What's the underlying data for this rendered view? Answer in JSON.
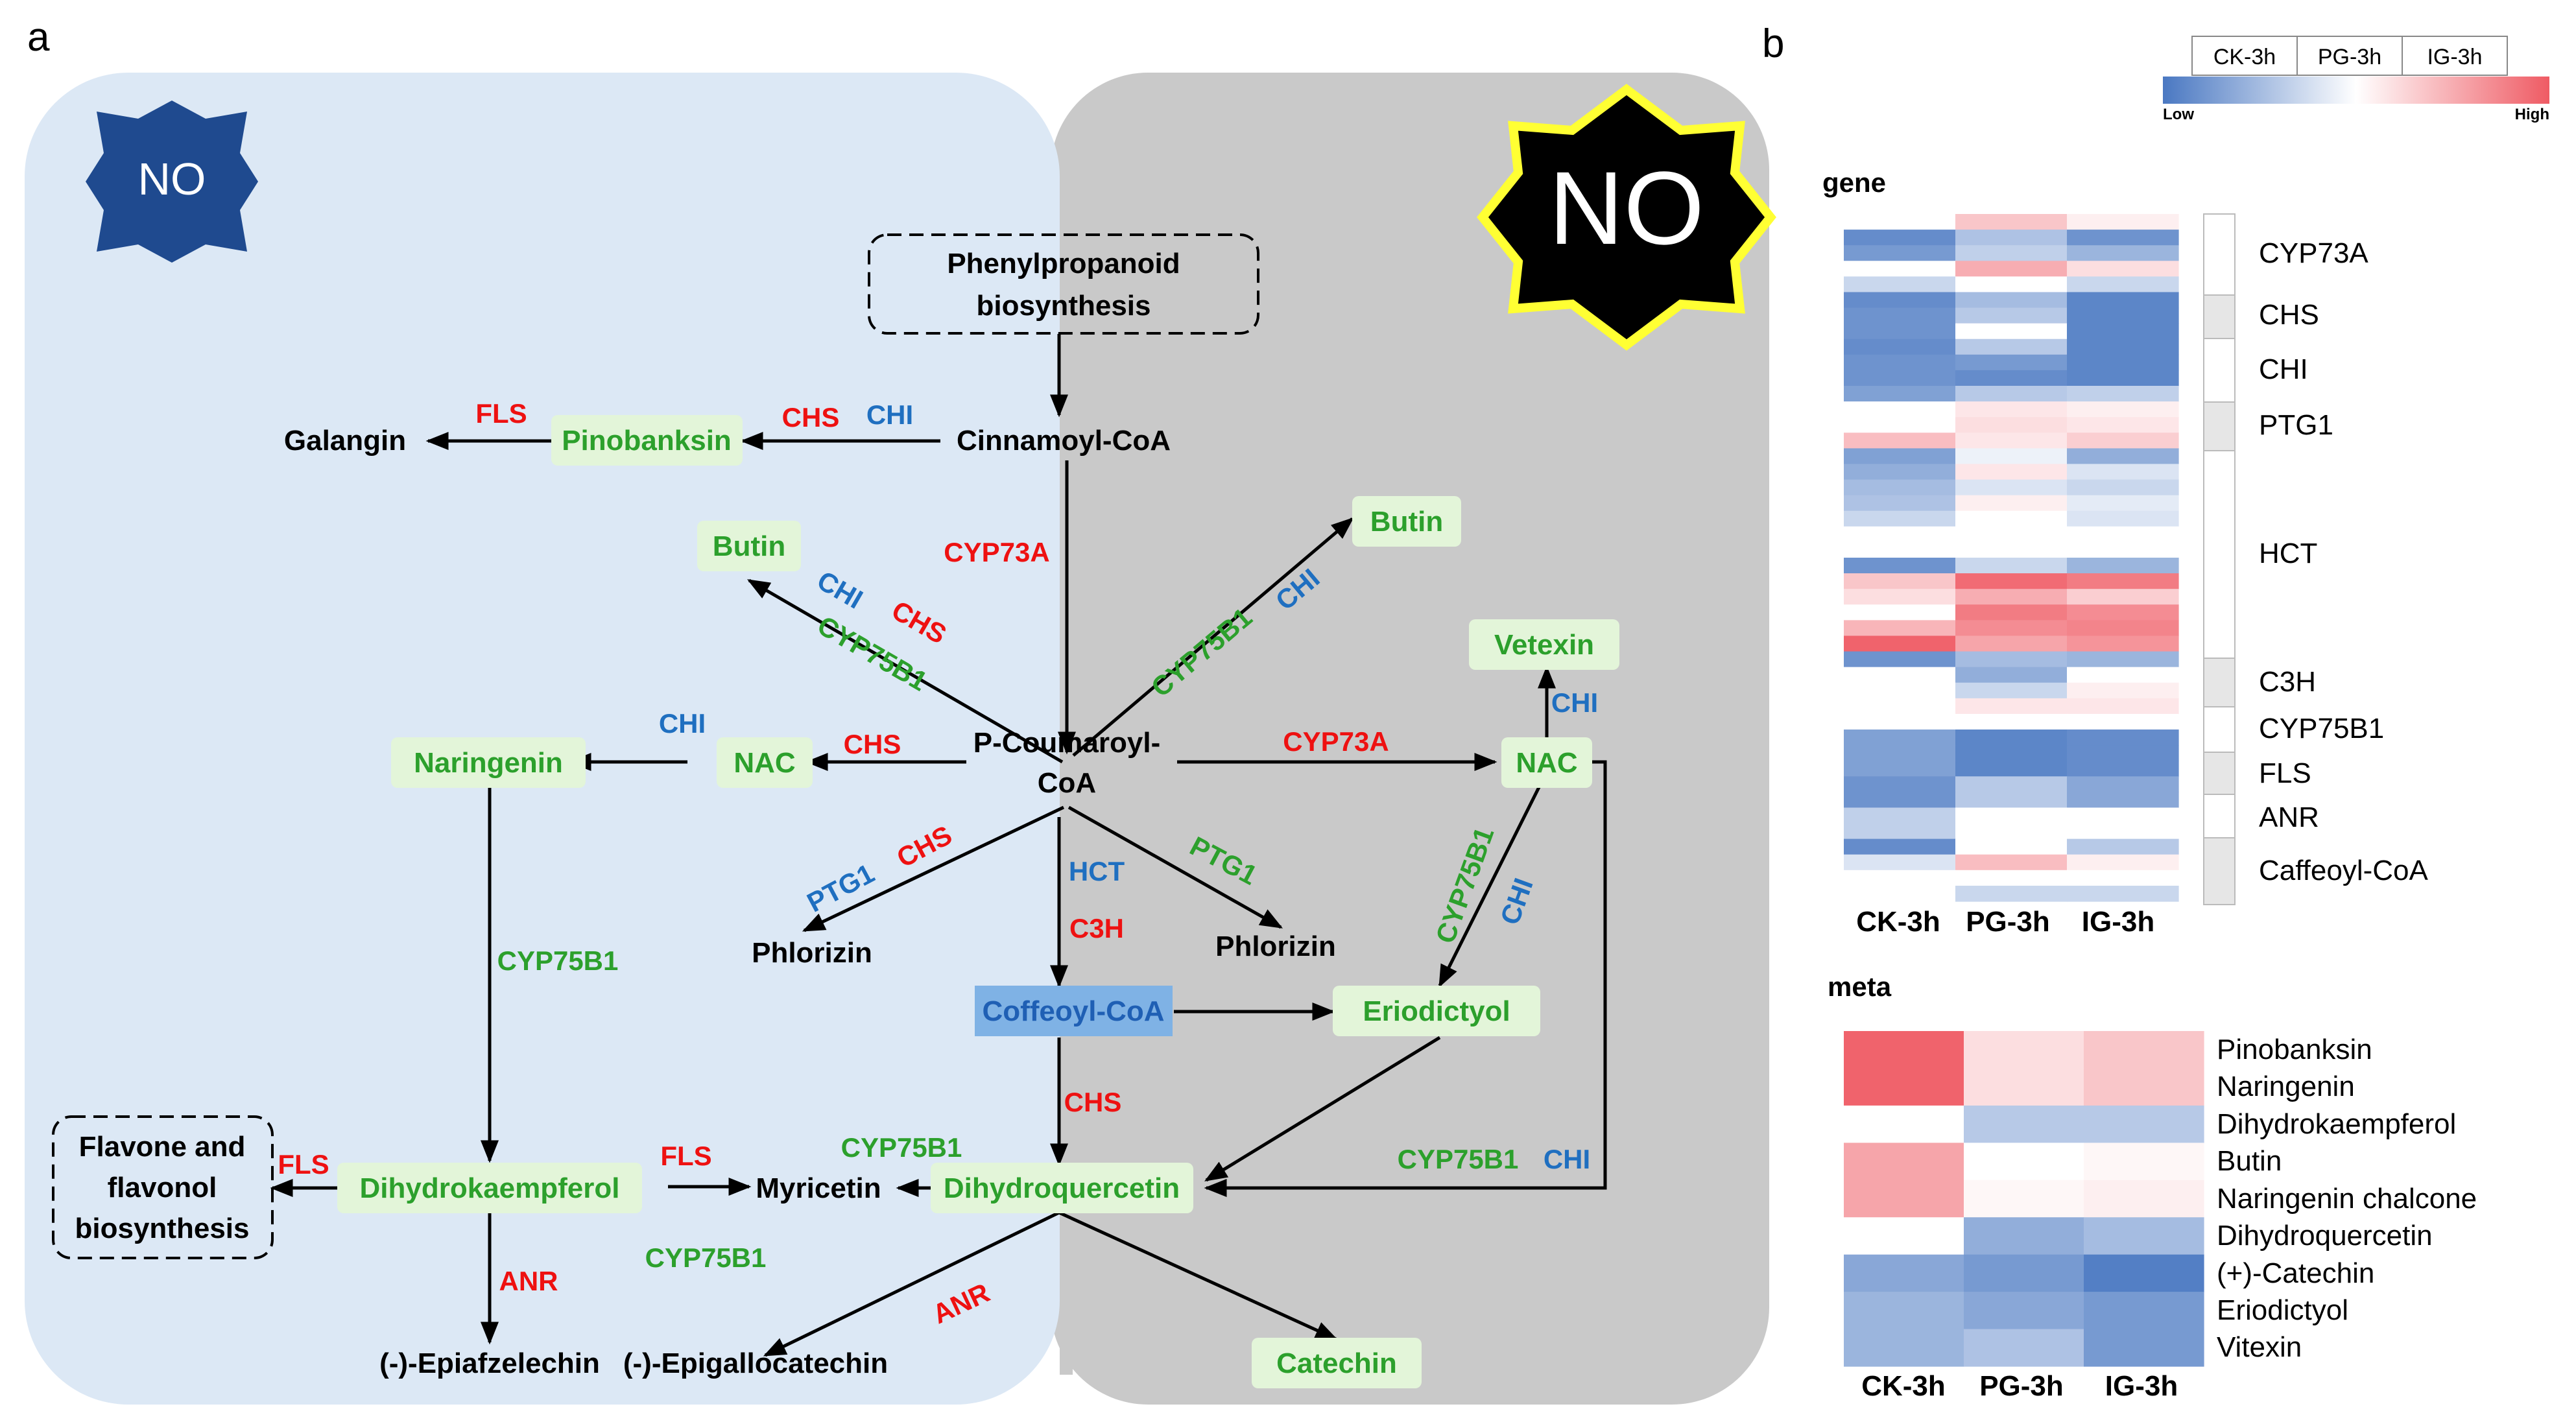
{
  "panel_a": {
    "label": "a",
    "badges": {
      "left": "NO",
      "right": "NO"
    },
    "nodes": {
      "phenylpropanoid_1": "Phenylpropanoid",
      "phenylpropanoid_2": "biosynthesis",
      "galangin": "Galangin",
      "pinobanksin": "Pinobanksin",
      "cinnamoyl": "Cinnamoyl-CoA",
      "butin_left": "Butin",
      "butin_right": "Butin",
      "vetexin": "Vetexin",
      "naringenin": "Naringenin",
      "nac_left": "NAC",
      "pcoumaroyl_1": "P-Coumaroyl-",
      "pcoumaroyl_2": "CoA",
      "nac_right": "NAC",
      "phlorizin_left": "Phlorizin",
      "phlorizin_right": "Phlorizin",
      "coffeoyl": "Coffeoyl-CoA",
      "eriodictyol": "Eriodictyol",
      "flavone_1": "Flavone and",
      "flavone_2": "flavonol",
      "flavone_3": "biosynthesis",
      "dihydrokaempferol": "Dihydrokaempferol",
      "myricetin": "Myricetin",
      "dihydroquercetin": "Dihydroquercetin",
      "epiafzelechin": "(-)-Epiafzelechin",
      "epigallocatechin": "(-)-Epigallocatechin",
      "catechin": "Catechin"
    },
    "enzymes": {
      "fls_top": "FLS",
      "chs_top": "CHS",
      "chi_top": "CHI",
      "cyp73a_center": "CYP73A",
      "chi_butin_left": "CHI",
      "chs_butin_left": "CHS",
      "cyp75b1_butin_left": "CYP75B1",
      "cyp75b1_butin_right": "CYP75B1",
      "chi_butin_right": "CHI",
      "chi_vetexin": "CHI",
      "chi_naringenin": "CHI",
      "chs_nac_left": "CHS",
      "cyp73a_right": "CYP73A",
      "ptg1_left": "PTG1",
      "chs_phlorizin_left": "CHS",
      "hct": "HCT",
      "ptg1_right": "PTG1",
      "c3h": "C3H",
      "cyp75b1_naringenin": "CYP75B1",
      "cyp75b1_eriodictyol": "CYP75B1",
      "chi_eriodictyol": "CHI",
      "chs_lower": "CHS",
      "fls_left": "FLS",
      "fls_myricetin": "FLS",
      "cyp75b1_dq": "CYP75B1",
      "cyp75b1_bottom_right": "CYP75B1",
      "chi_bottom_right": "CHI",
      "anr_left": "ANR",
      "cyp75b1_bottom": "CYP75B1",
      "anr_right": "ANR"
    }
  },
  "panel_b": {
    "label": "b",
    "legend": {
      "samples": [
        "CK-3h",
        "PG-3h",
        "IG-3h"
      ],
      "low": "Low",
      "high": "High",
      "low_color": "#4a78c2",
      "high_color": "#ef5b64"
    },
    "gene_heatmap": {
      "title": "gene",
      "columns": [
        "CK-3h",
        "PG-3h",
        "IG-3h"
      ],
      "row_labels": [
        "CYP73A",
        "CHS",
        "CHI",
        "PTG1",
        "HCT",
        "C3H",
        "CYP75B1",
        "FLS",
        "ANR",
        "Caffeoyl-CoA"
      ],
      "rows": [
        [
          0.0,
          0.35,
          0.1
        ],
        [
          -0.85,
          -0.45,
          -0.8
        ],
        [
          -0.75,
          -0.35,
          -0.55
        ],
        [
          0.0,
          0.5,
          0.2
        ],
        [
          -0.3,
          0.0,
          -0.3
        ],
        [
          -0.85,
          -0.5,
          -0.9
        ],
        [
          -0.8,
          -0.4,
          -0.9
        ],
        [
          -0.8,
          0.0,
          -0.9
        ],
        [
          -0.85,
          -0.4,
          -0.9
        ],
        [
          -0.8,
          -0.75,
          -0.9
        ],
        [
          -0.8,
          -0.85,
          -0.9
        ],
        [
          -0.7,
          -0.4,
          -0.35
        ],
        [
          0.0,
          0.15,
          0.1
        ],
        [
          0.0,
          0.2,
          0.15
        ],
        [
          0.4,
          0.15,
          0.3
        ],
        [
          -0.7,
          -0.1,
          -0.6
        ],
        [
          -0.6,
          0.15,
          -0.2
        ],
        [
          -0.5,
          -0.2,
          -0.3
        ],
        [
          -0.45,
          0.1,
          -0.15
        ],
        [
          -0.3,
          0.0,
          -0.2
        ],
        [
          0.0,
          0.0,
          0.0
        ],
        [
          0.0,
          0.0,
          0.0
        ],
        [
          -0.8,
          -0.3,
          -0.55
        ],
        [
          0.35,
          0.9,
          0.8
        ],
        [
          0.2,
          0.5,
          0.3
        ],
        [
          0.0,
          0.8,
          0.7
        ],
        [
          0.45,
          0.7,
          0.75
        ],
        [
          0.95,
          0.55,
          0.65
        ],
        [
          -0.8,
          -0.5,
          -0.55
        ],
        [
          0.0,
          -0.6,
          0.0
        ],
        [
          0.0,
          -0.3,
          0.1
        ],
        [
          0.0,
          0.15,
          0.15
        ],
        [
          0.0,
          0.0,
          0.0
        ],
        [
          -0.7,
          -0.9,
          -0.85
        ],
        [
          -0.7,
          -0.9,
          -0.85
        ],
        [
          -0.7,
          -0.9,
          -0.85
        ],
        [
          -0.8,
          -0.4,
          -0.65
        ],
        [
          -0.8,
          -0.4,
          -0.65
        ],
        [
          -0.35,
          0.0,
          0.0
        ],
        [
          -0.35,
          0.0,
          0.0
        ],
        [
          -0.85,
          0.0,
          -0.4
        ],
        [
          -0.2,
          0.4,
          0.1
        ],
        [
          0.0,
          0.0,
          0.0
        ],
        [
          0.0,
          -0.3,
          -0.3
        ]
      ]
    },
    "meta_heatmap": {
      "title": "meta",
      "columns": [
        "CK-3h",
        "PG-3h",
        "IG-3h"
      ],
      "rows": [
        {
          "name": "Pinobanksin",
          "values": [
            0.95,
            0.2,
            0.35
          ]
        },
        {
          "name": "Naringenin",
          "values": [
            0.95,
            0.2,
            0.35
          ]
        },
        {
          "name": "Dihydrokaempferol",
          "values": [
            0.0,
            -0.4,
            -0.4
          ]
        },
        {
          "name": "Butin",
          "values": [
            0.55,
            0.0,
            0.05
          ]
        },
        {
          "name": "Naringenin chalcone",
          "values": [
            0.55,
            0.05,
            0.1
          ]
        },
        {
          "name": "Dihydroquercetin",
          "values": [
            0.0,
            -0.6,
            -0.5
          ]
        },
        {
          "name": "(+)-Catechin",
          "values": [
            -0.65,
            -0.75,
            -0.95
          ]
        },
        {
          "name": "Eriodictyol",
          "values": [
            -0.55,
            -0.65,
            -0.75
          ]
        },
        {
          "name": "Vitexin",
          "values": [
            -0.55,
            -0.45,
            -0.75
          ]
        }
      ]
    }
  }
}
